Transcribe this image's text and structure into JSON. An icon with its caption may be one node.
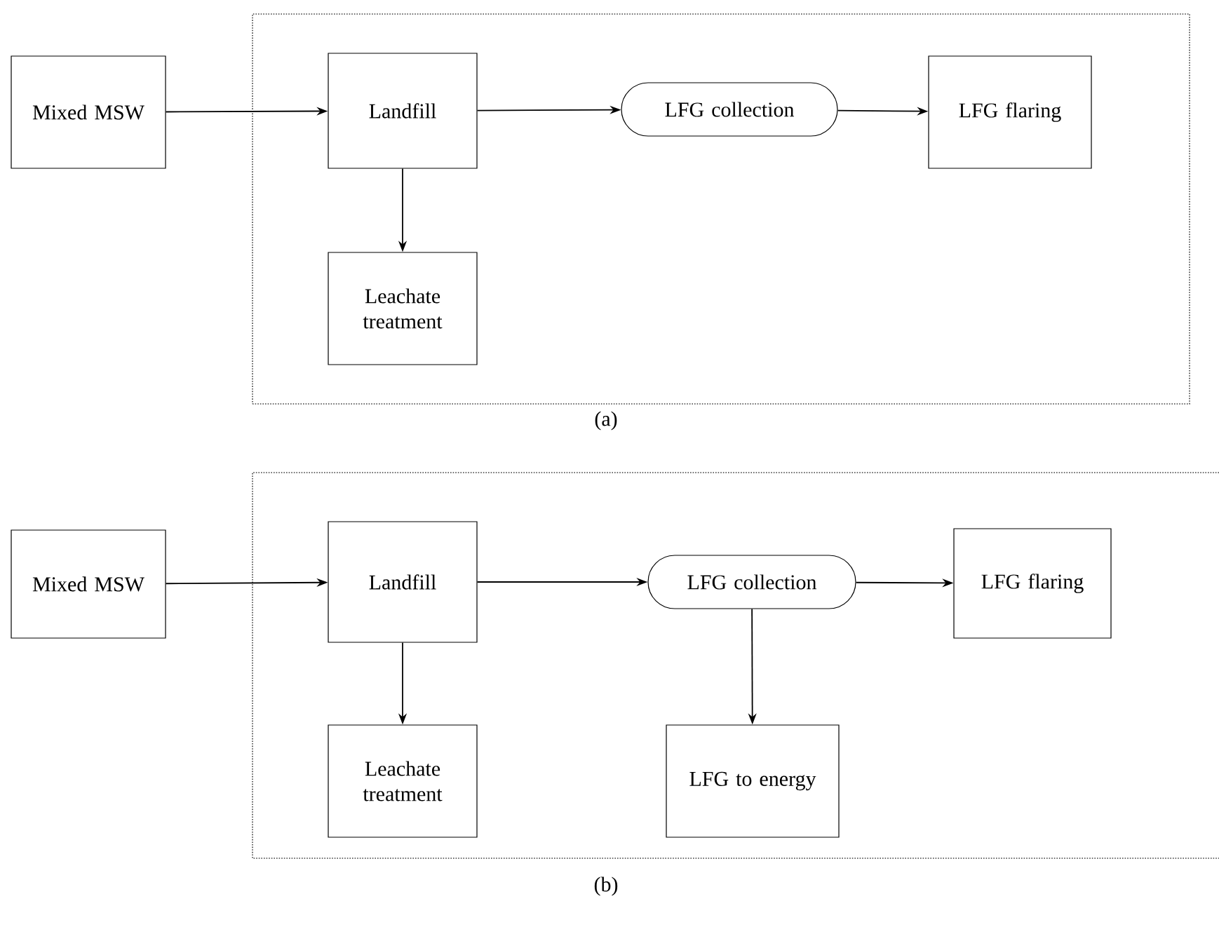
{
  "diagram": {
    "nodes": [
      {
        "text": [],
        "shape": "box"
      },
      {
        "text": [
          "Mixed MSW"
        ]
      },
      {
        "text": [
          "Landfill"
        ],
        "in": 0
      },
      {
        "text": [
          "LFG collection"
        ],
        "in": 0
      },
      {
        "text": [
          "LFG flaring"
        ],
        "in": 0
      },
      {
        "text": [
          "Leachate treatment"
        ],
        "in": 0
      },
      {
        "text": [],
        "shape": "box"
      },
      {
        "text": [
          "Mixed MSW"
        ]
      },
      {
        "text": [
          "Landfill"
        ],
        "in": 6
      },
      {
        "text": [
          "LFG collection"
        ],
        "in": 6
      },
      {
        "text": [
          "LFG flaring"
        ],
        "in": 6
      },
      {
        "text": [
          "Leachate treatment"
        ],
        "in": 6
      },
      {
        "text": [
          "LFG to energy"
        ],
        "in": 6
      }
    ],
    "edges": [
      {
        "from": 1,
        "to": 2,
        "arrow": "to"
      },
      {
        "from": 2,
        "to": 3,
        "arrow": "to"
      },
      {
        "from": 3,
        "to": 4,
        "arrow": "to"
      },
      {
        "from": 2,
        "to": 5,
        "arrow": "to"
      },
      {
        "from": 7,
        "to": 8,
        "arrow": "to"
      },
      {
        "from": 8,
        "to": 9,
        "arrow": "to"
      },
      {
        "from": 9,
        "to": 10,
        "arrow": "to"
      },
      {
        "from": 8,
        "to": 11,
        "arrow": "to"
      },
      {
        "from": 9,
        "to": 12,
        "arrow": "to"
      }
    ],
    "labels": [
      "(a)",
      "(b)"
    ]
  }
}
